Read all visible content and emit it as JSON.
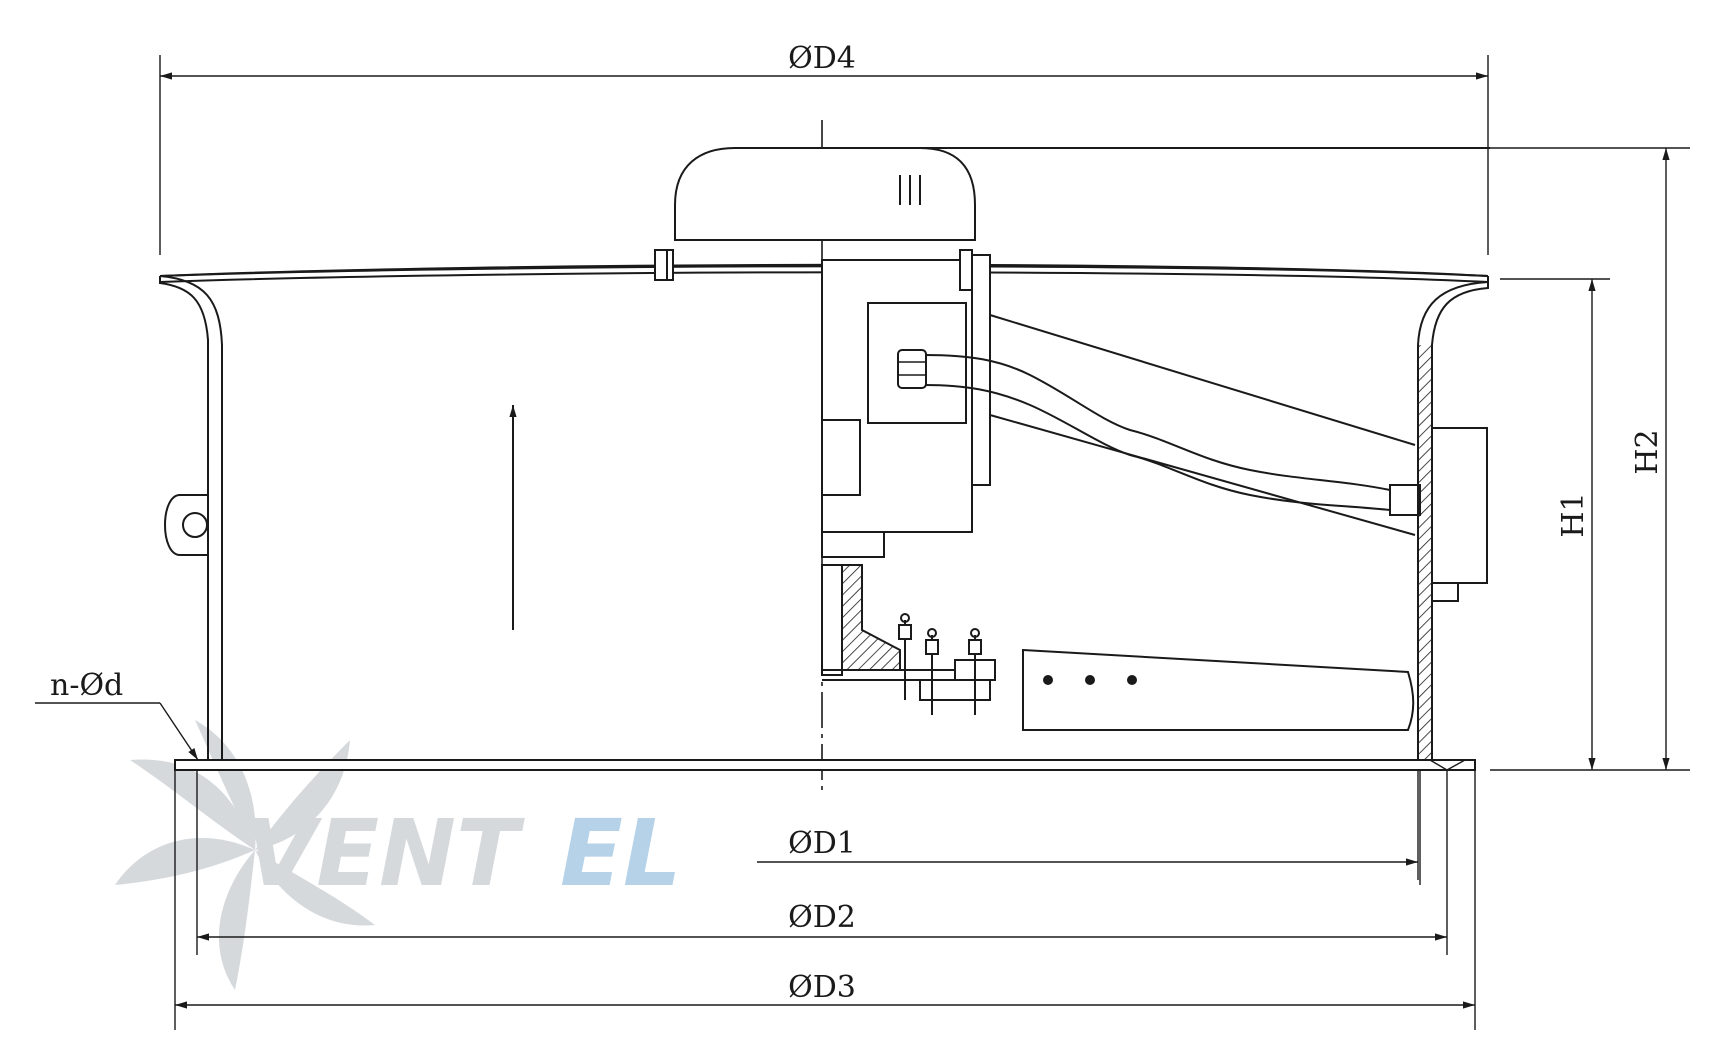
{
  "dimensions": {
    "d4": "ØD4",
    "d1": "ØD1",
    "d2": "ØD2",
    "d3": "ØD3",
    "h1": "H1",
    "h2": "H2",
    "holes": "n-Ød"
  },
  "watermark": {
    "part1": "VENT",
    "part2": "EL",
    "colors": {
      "grey": "#cfd3d6",
      "blue": "#a9cbe6"
    }
  },
  "colors": {
    "line": "#1a1a1a",
    "background": "#ffffff"
  }
}
